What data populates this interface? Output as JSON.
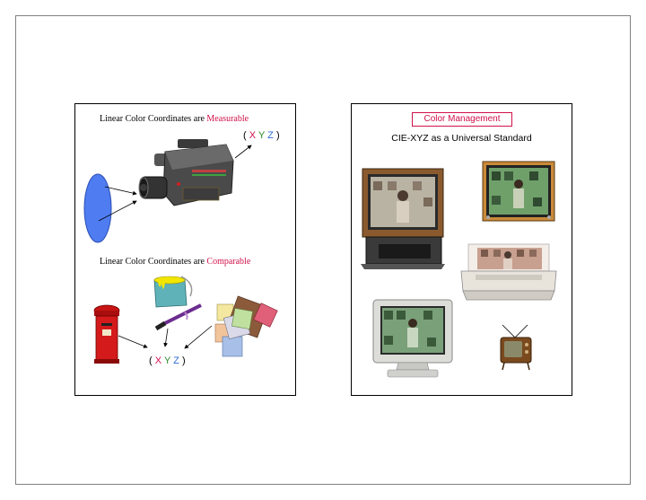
{
  "left_slide": {
    "title1_prefix": "Linear Color Coordinates are ",
    "title1_highlight": "Measurable",
    "title2_prefix": "Linear Color Coordinates are ",
    "title2_highlight": "Comparable",
    "xyz_top": {
      "open": "(",
      "x": "X",
      "y": "Y",
      "z": "Z",
      "close": ")"
    },
    "xyz_bottom": {
      "open": "(",
      "x": "X",
      "y": "Y",
      "z": "Z",
      "close": ")"
    }
  },
  "right_slide": {
    "heading_box": "Color Management",
    "subtitle": "CIE-XYZ as a Universal Standard"
  },
  "colors": {
    "accent_red": "#d1104a",
    "x_color": "#d1104a",
    "y_color": "#2f8a2f",
    "z_color": "#2f6bd6"
  }
}
